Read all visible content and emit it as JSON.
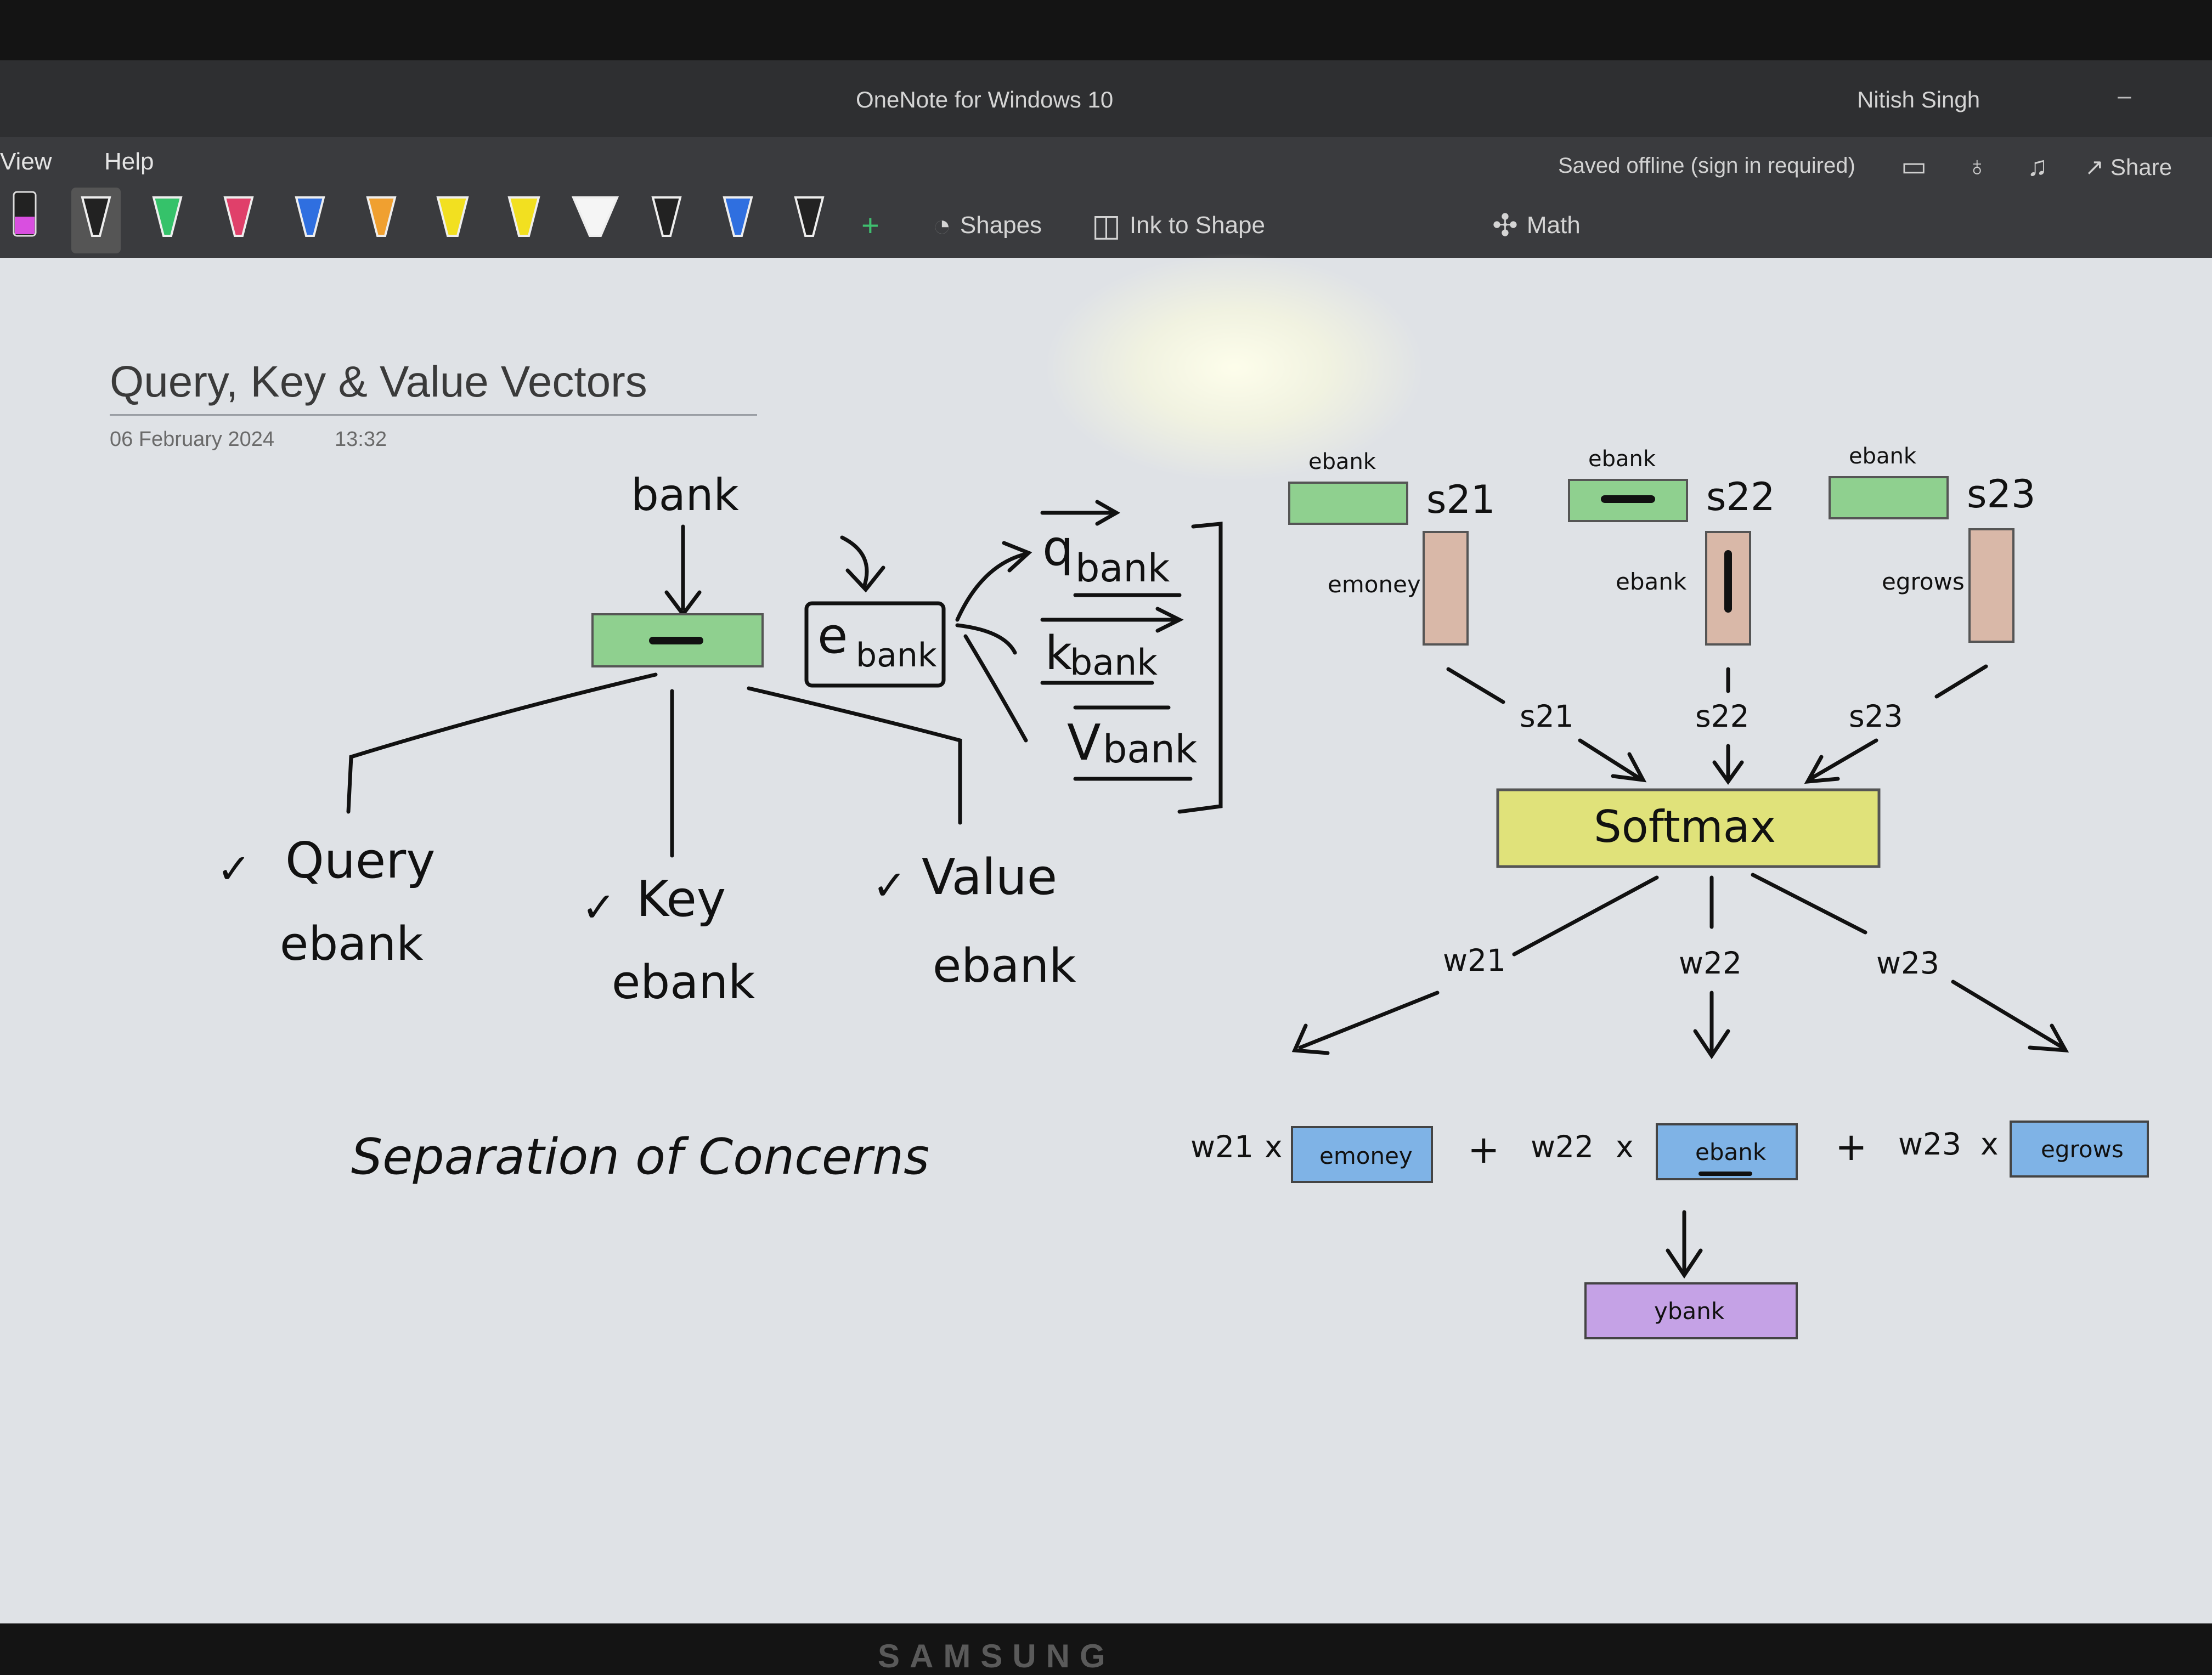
{
  "window": {
    "app_title": "OneNote for Windows 10",
    "user": "Nitish Singh",
    "minimize": "–"
  },
  "menu": {
    "tabs": [
      "View",
      "Help"
    ]
  },
  "toolbar": {
    "status": "Saved offline (sign in required)",
    "share": "Share",
    "shapes": "Shapes",
    "ink_to_shape": "Ink to Shape",
    "math": "Math",
    "pens": [
      {
        "color": "#d94fe0"
      },
      {
        "color": "#222222"
      },
      {
        "color": "#35c26a"
      },
      {
        "color": "#e0406a"
      },
      {
        "color": "#2f6fe0"
      },
      {
        "color": "#f0a030"
      },
      {
        "color": "#f2e020"
      },
      {
        "color": "#f2e020"
      },
      {
        "color": "#f5f5f5"
      },
      {
        "color": "#222222"
      },
      {
        "color": "#2f6fe0"
      },
      {
        "color": "#222222"
      }
    ]
  },
  "page": {
    "title": "Query, Key & Value Vectors",
    "date": "06 February 2024",
    "time": "13:32"
  },
  "ink": {
    "bank": "bank",
    "e": "e",
    "bank_sub": "bank",
    "q": "q",
    "k": "k",
    "v": "V",
    "query": "Query",
    "key": "Key",
    "value": "Value",
    "ebank": "ebank",
    "check": "✓",
    "separation": "Separation of Concerns",
    "ebank_label": "ebank",
    "s21": "s21",
    "s22": "s22",
    "s23": "s23",
    "emoney": "emoney",
    "egrows": "egrows",
    "softmax": "Softmax",
    "w21": "w21",
    "w22": "w22",
    "w23": "w23",
    "x": "x",
    "plus": "+",
    "ybank": "ybank"
  },
  "monitor": {
    "brand": "SAMSUNG"
  },
  "colors": {
    "green_box": "#8fd08f",
    "tan_box": "#d9b8a8",
    "softmax_box": "#e0e27a",
    "blue_box": "#7fb3e6",
    "purple_box": "#c5a2e6"
  }
}
